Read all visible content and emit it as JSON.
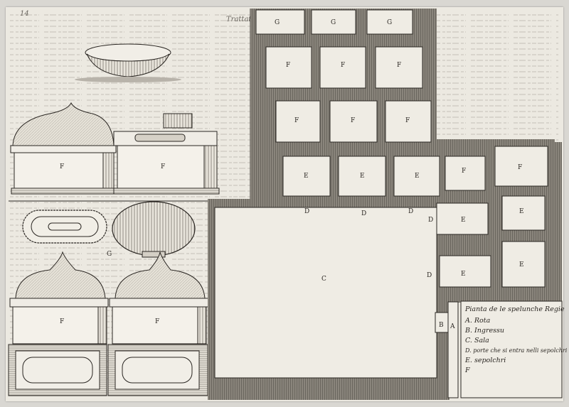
{
  "header": {
    "caption": "Trattato ... Cap. XVI",
    "plate_number": "14"
  },
  "plan_labels": {
    "G": "G",
    "F": "F",
    "E": "E",
    "D": "D",
    "C": "C",
    "B": "B",
    "A": "A"
  },
  "object_labels": {
    "F": "F",
    "G": "G"
  },
  "legend": {
    "title": "Pianta de le spelunche Regie",
    "items": [
      "A. Rota",
      "B. Ingressu",
      "C. Sala",
      "D. porte che si entra nelli sepolchri",
      "E. sepolchri",
      "F"
    ]
  },
  "colors": {
    "paper": "#ece9e1",
    "ink": "#2a2622",
    "wall_hatch": "#6a655d"
  }
}
